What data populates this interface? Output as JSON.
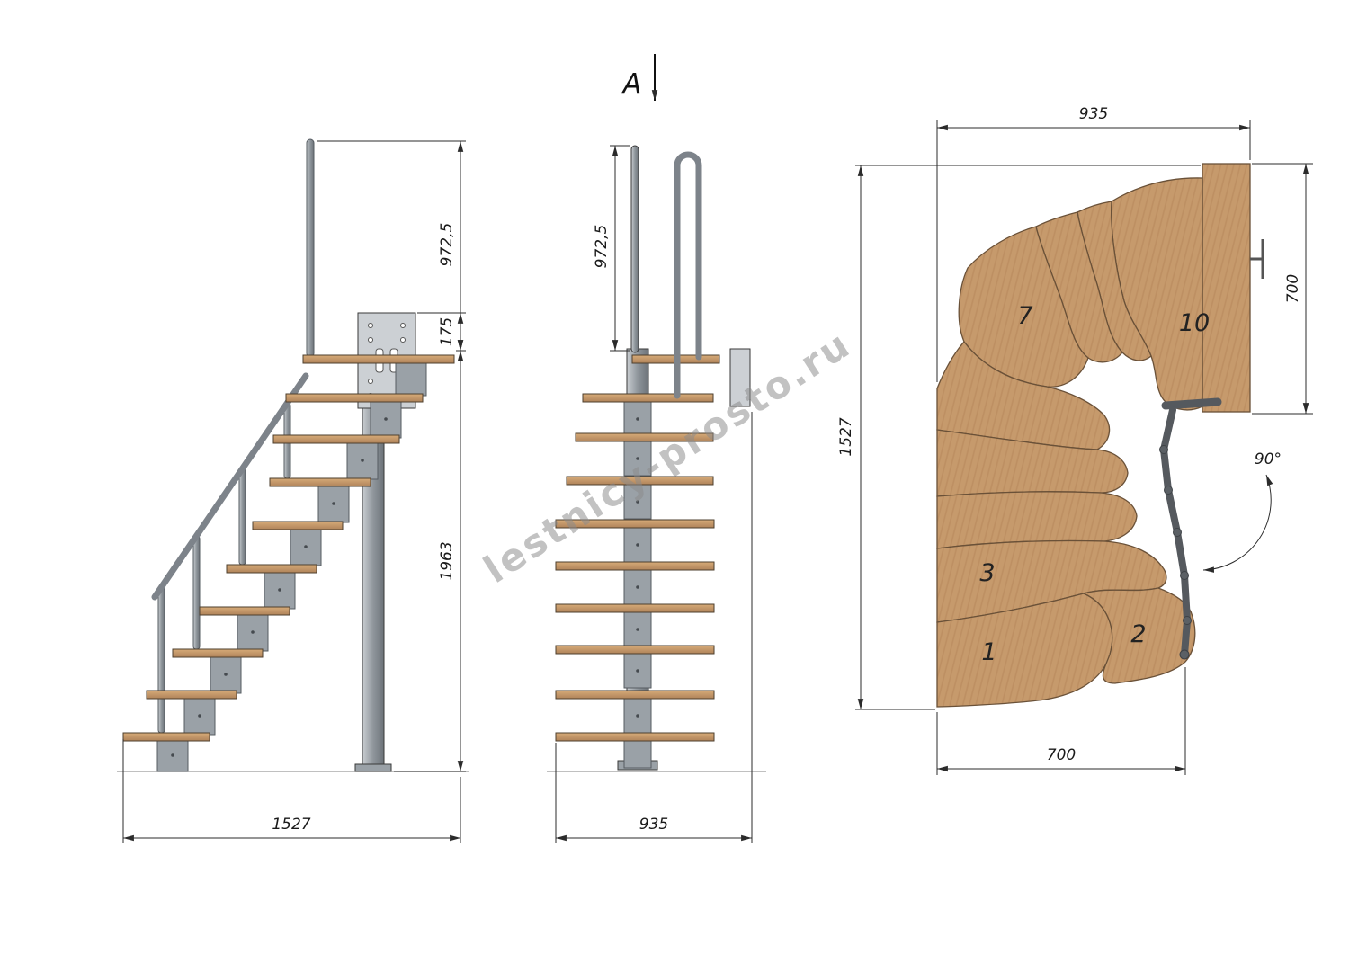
{
  "watermark": "lestnicy-prosto.ru",
  "section": {
    "label": "A"
  },
  "side_view": {
    "dims": {
      "top_height": "972,5",
      "plate": "175",
      "column_height": "1963",
      "length": "1527"
    }
  },
  "front_view": {
    "dims": {
      "top_height": "972,5",
      "width": "935"
    }
  },
  "plan_view": {
    "dims": {
      "width": "935",
      "depth": "1527",
      "landing_height": "700",
      "bottom_width": "700",
      "angle": "90°"
    },
    "steps": [
      {
        "num": "1"
      },
      {
        "num": "2"
      },
      {
        "num": "3"
      },
      {
        "num": "7"
      },
      {
        "num": "10"
      }
    ]
  },
  "colors": {
    "wood": "#c9996a",
    "metal": "#8a9096",
    "line": "#2b2b2b"
  }
}
